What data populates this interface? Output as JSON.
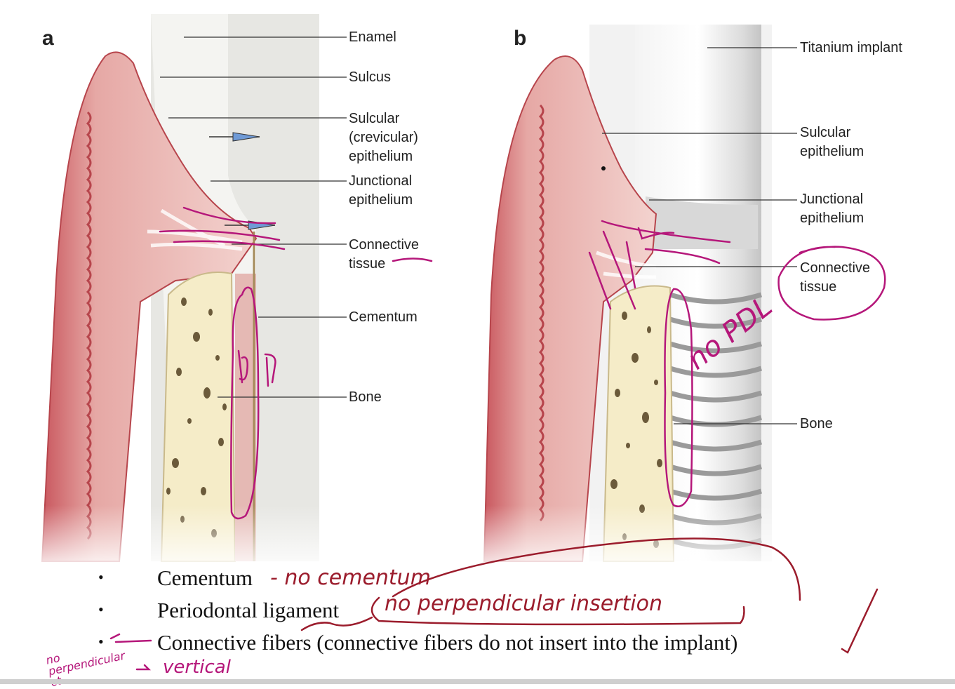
{
  "panel_a": {
    "letter": "a",
    "labels": {
      "enamel": "Enamel",
      "sulcus": "Sulcus",
      "sulcular": "Sulcular\n(crevicular)\nepithelium",
      "junctional": "Junctional\nepithelium",
      "connective": "Connective\ntissue",
      "cementum": "Cementum",
      "bone": "Bone"
    }
  },
  "panel_b": {
    "letter": "b",
    "labels": {
      "implant": "Titanium implant",
      "sulcular": "Sulcular\nepithelium",
      "junctional": "Junctional\nepithelium",
      "connective": "Connective\ntissue",
      "bone": "Bone"
    }
  },
  "bullets": [
    "Cementum",
    "Periodontal ligament",
    "Connective fibers (connective fibers do not insert into the implant)"
  ],
  "bullet_symbol": "•",
  "annotations": {
    "cementum_note": "- no cementum",
    "pdl_note": "no perpendicular insertion",
    "left_note": "no\nperpendicular\nct",
    "vertical_note": "vertical",
    "rotated_note": "no PDL"
  },
  "colors": {
    "gingiva": "#d98e8c",
    "gingiva_dark": "#b7454c",
    "gingiva_light": "#f0c9c4",
    "bone": "#f5ecc8",
    "ink_red": "#9b1c2c",
    "ink_pink": "#b5177a"
  }
}
